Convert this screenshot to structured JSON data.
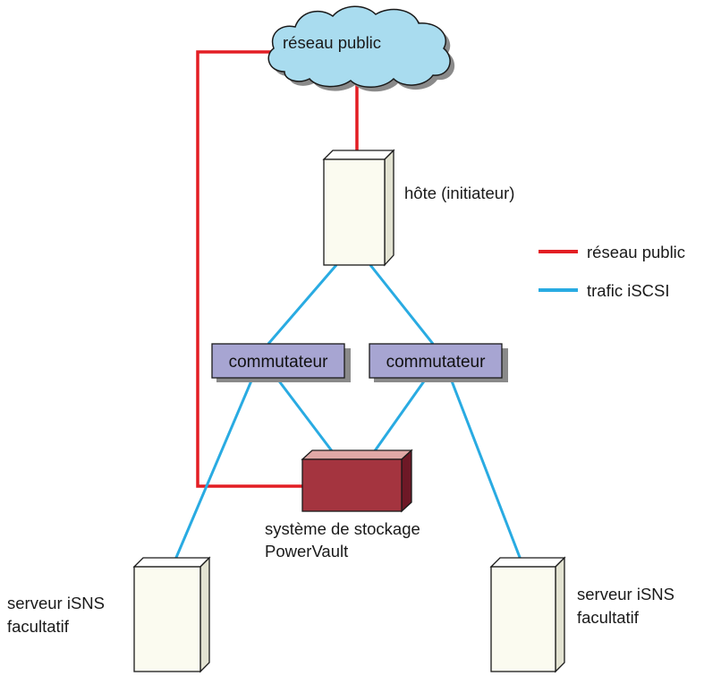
{
  "cloud": {
    "label": "réseau public"
  },
  "host": {
    "label": "hôte (initiateur)"
  },
  "switches": [
    {
      "label": "commutateur"
    },
    {
      "label": "commutateur"
    }
  ],
  "storage": {
    "line1": "système de stockage",
    "line2": "PowerVault"
  },
  "isns_left": {
    "line1": "serveur iSNS",
    "line2": "facultatif"
  },
  "isns_right": {
    "line1": "serveur iSNS",
    "line2": "facultatif"
  },
  "legend": {
    "items": [
      {
        "label": "réseau public",
        "color": "#e31e24"
      },
      {
        "label": "trafic iSCSI",
        "color": "#29abe2"
      }
    ]
  },
  "colors": {
    "public_network": "#e31e24",
    "iscsi_traffic": "#29abe2",
    "cloud_fill": "#a9dcef",
    "switch_fill": "#a7a5d2",
    "storage_fill": "#a4343f",
    "server_fill": "#fbfbf0"
  }
}
